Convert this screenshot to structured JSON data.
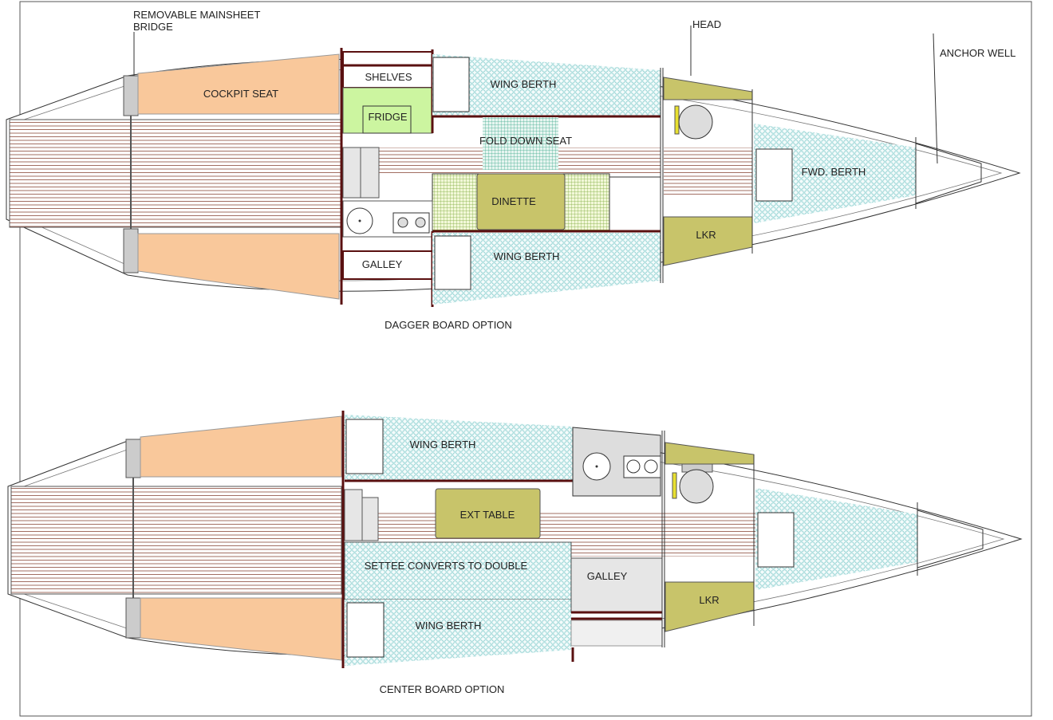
{
  "title_callouts": {
    "mainsheet_bridge_1": "REMOVABLE MAINSHEET",
    "mainsheet_bridge_2": "BRIDGE",
    "head": "HEAD",
    "anchor_well": "ANCHOR WELL"
  },
  "dagger_board": {
    "caption": "DAGGER BOARD OPTION",
    "labels": {
      "cockpit_seat": "COCKPIT SEAT",
      "shelves": "SHELVES",
      "fridge": "FRIDGE",
      "wing_berth_top": "WING BERTH",
      "fold_down_seat": "FOLD DOWN SEAT",
      "dinette": "DINETTE",
      "galley": "GALLEY",
      "wing_berth_bottom": "WING BERTH",
      "lkr": "LKR",
      "fwd_berth": "FWD. BERTH"
    }
  },
  "center_board": {
    "caption": "CENTER BOARD OPTION",
    "labels": {
      "wing_berth_top": "WING BERTH",
      "ext_table": "EXT TABLE",
      "settee": "SETTEE CONVERTS TO DOUBLE",
      "galley": "GALLEY",
      "wing_berth_bottom": "WING BERTH",
      "lkr": "LKR"
    }
  },
  "colors": {
    "cockpit": "#f9c89b",
    "fridge": "#ccf5a0",
    "olive": "#c8c46a",
    "berth": "#bfeaea",
    "wall": "#5a1010"
  }
}
